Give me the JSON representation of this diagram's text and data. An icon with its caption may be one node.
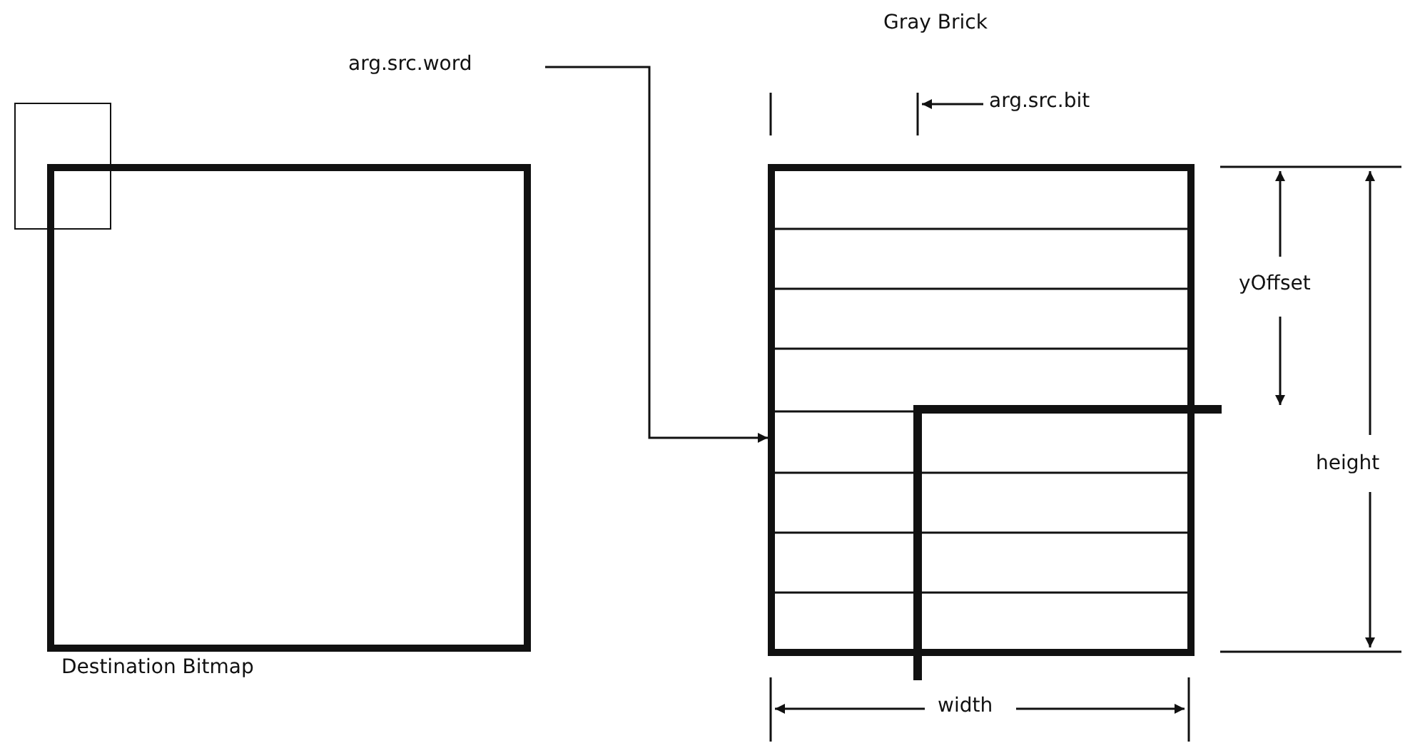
{
  "diagram": {
    "nodes": [
      {
        "text": [
          "Destination Bitmap"
        ]
      },
      {
        "text": [],
        "shape": "box"
      },
      {
        "text": [],
        "shape": "box"
      },
      {
        "text": [
          "arg.src.word"
        ]
      },
      {
        "text": [
          "arg.src.bit"
        ]
      }
    ],
    "edges": [
      {
        "from": 3,
        "to": 2,
        "arrow": "to"
      },
      {
        "from": 4,
        "to": 2,
        "arrow": "to"
      }
    ],
    "labels": [
      "Gray Brick",
      "yOffset",
      "height",
      "width"
    ]
  }
}
